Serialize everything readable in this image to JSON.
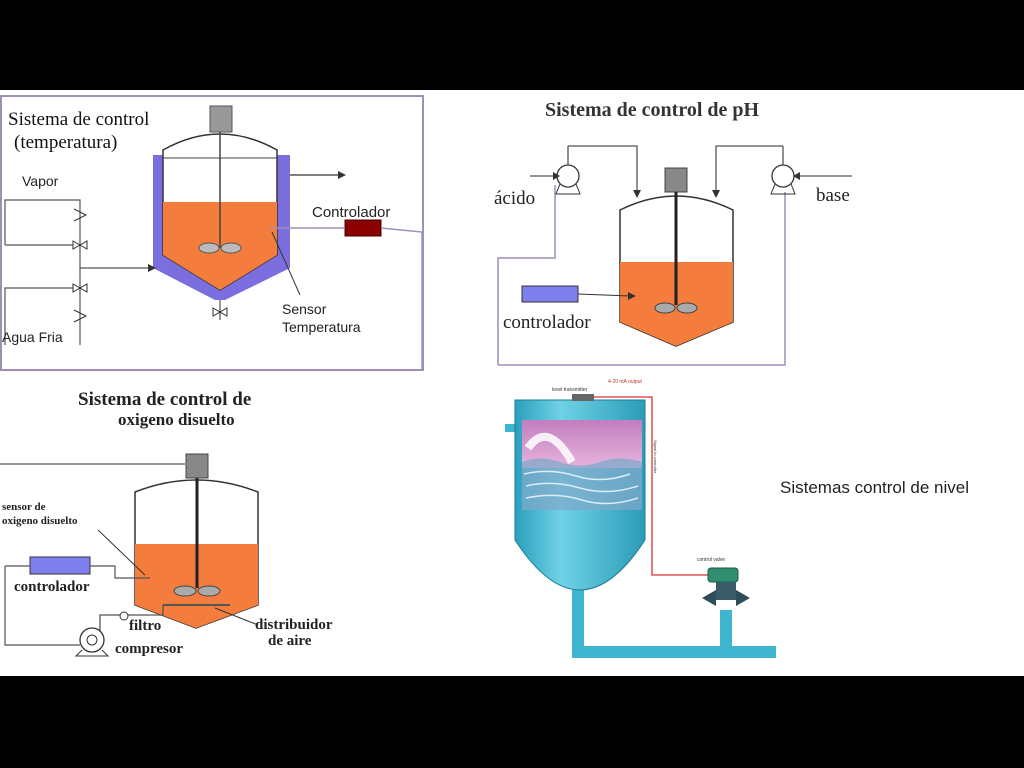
{
  "temperature": {
    "title_line1": "Sistema de control",
    "title_line2": "(temperatura)",
    "vapor": "Vapor",
    "controller": "Controlador",
    "sensor_line1": "Sensor",
    "sensor_line2": "Temperatura",
    "cold_water": "Agua Fria"
  },
  "ph": {
    "title": "Sistema de control de pH",
    "acid": "ácido",
    "base": "base",
    "controller": "controlador"
  },
  "oxygen": {
    "title_line1": "Sistema de control de",
    "title_line2": "oxigeno disuelto",
    "sensor_line1": "sensor de",
    "sensor_line2": "oxigeno disuelto",
    "controller": "controlador",
    "filter": "filtro",
    "compressor": "compresor",
    "distributor_line1": "distribuidor",
    "distributor_line2": "de aire"
  },
  "level": {
    "title": "Sistemas control de nivel"
  },
  "colors": {
    "liquid": "#f47c3c",
    "jacket": "#7b6fe0",
    "controller_dark": "#8b0000",
    "controller_blue": "#7f7ff0",
    "tank": "#3fb6cf",
    "frame": "#a08fb8"
  }
}
